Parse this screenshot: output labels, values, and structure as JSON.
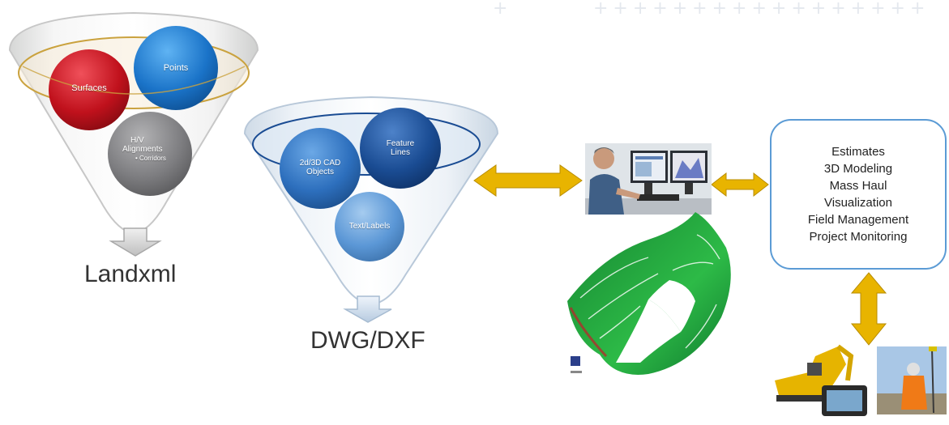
{
  "funnel_landxml": {
    "surfaces": "Surfaces",
    "points": "Points",
    "alignments_line1": "H/V",
    "alignments_line2": "Alignments",
    "corridors": "• Corridors",
    "output": "Landxml"
  },
  "funnel_dwg": {
    "cad_objects_line1": "2d/3D CAD",
    "cad_objects_line2": "Objects",
    "feature_lines_line1": "Feature",
    "feature_lines_line2": "Lines",
    "text_labels": "Text/Labels",
    "output": "DWG/DXF"
  },
  "uses": {
    "items": [
      "Estimates",
      "3D Modeling",
      "Mass Haul",
      "Visualization",
      "Field Management",
      "Project Monitoring"
    ]
  },
  "colors": {
    "arrow_gold": "#e8b400",
    "box_border": "#5b9bd5",
    "surfaces_red": "#c0111c",
    "points_blue": "#1a73c8",
    "alignments_gray": "#7d7d80",
    "feature_navy": "#1a4c93",
    "cad_blue": "#2d6fbd",
    "text_labels_blue": "#5b97d6"
  }
}
